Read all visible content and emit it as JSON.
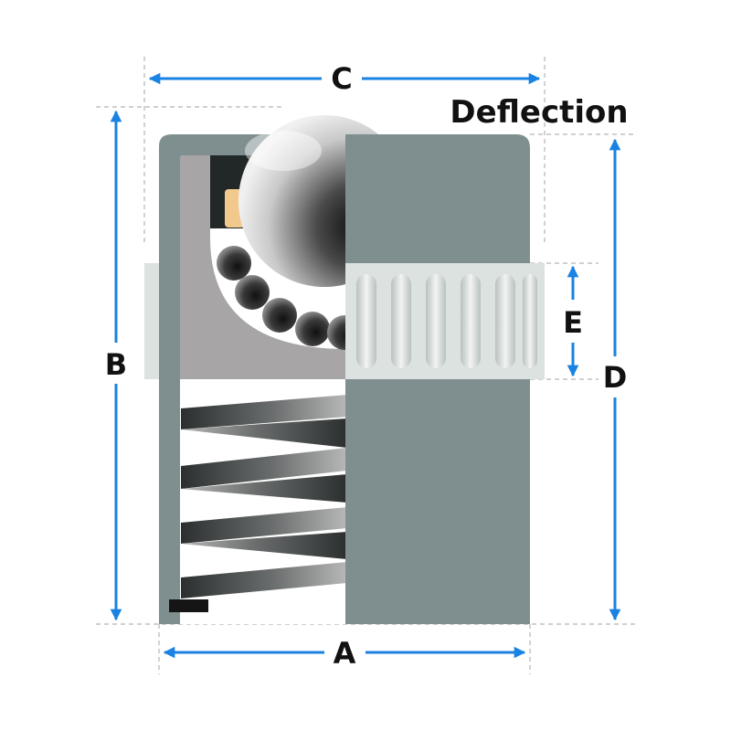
{
  "labels": {
    "deflection": "Deflection",
    "a": "A",
    "b": "B",
    "c": "C",
    "d": "D",
    "e": "E"
  },
  "colors": {
    "dimension_arrow": "#1a82e2",
    "guide_line": "#b5b5b5",
    "housing_dark": "#7f8f8f",
    "housing_inner": "#a7a5a5",
    "ring": "#dbe2df",
    "spring": "#3d4040",
    "label": "#111111"
  }
}
